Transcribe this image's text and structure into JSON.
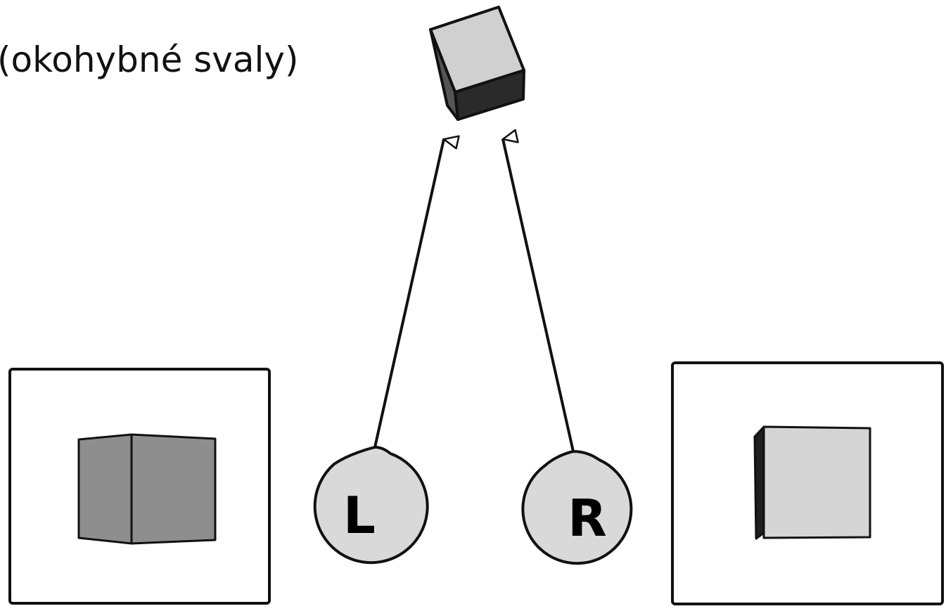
{
  "caption": "(okohybné svaly)",
  "eyes": {
    "left_label": "L",
    "right_label": "R"
  },
  "colors": {
    "background": "#ffffff",
    "stroke": "#111111",
    "eye_fill": "#d9d9d9",
    "cube_top_face": "#d0d0d0",
    "cube_dark_face": "#2a2a2a",
    "left_view_cube_face": "#8e8e8e",
    "right_view_cube_face": "#d5d5d5"
  }
}
